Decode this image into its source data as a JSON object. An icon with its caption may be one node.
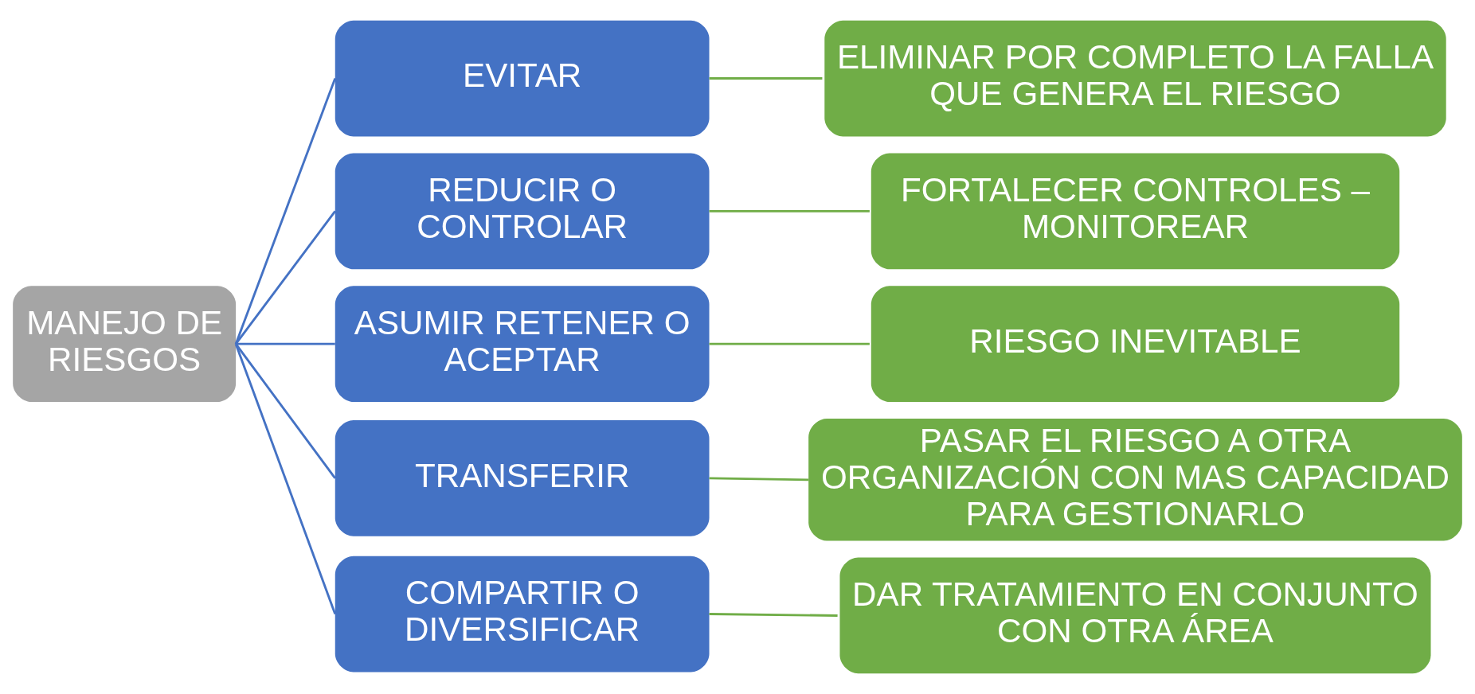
{
  "diagram": {
    "nodes": [
      {
        "text": [
          "MANEJO DE RIESGOS"
        ]
      },
      {
        "text": [
          "EVITAR"
        ]
      },
      {
        "text": [
          "REDUCIR O CONTROLAR"
        ]
      },
      {
        "text": [
          "ASUMIR RETENER O ACEPTAR"
        ]
      },
      {
        "text": [
          "TRANSFERIR"
        ]
      },
      {
        "text": [
          "COMPARTIR O DIVERSIFICAR"
        ]
      },
      {
        "text": [
          "ELIMINAR POR COMPLETO LA FALLA QUE GENERA EL RIESGO"
        ]
      },
      {
        "text": [
          "FORTALECER CONTROLES – MONITOREAR"
        ]
      },
      {
        "text": [
          "RIESGO INEVITABLE"
        ]
      },
      {
        "text": [
          "PASAR EL RIESGO A OTRA ORGANIZACIÓN CON MAS CAPACIDAD PARA GESTIONARLO"
        ]
      },
      {
        "text": [
          "DAR TRATAMIENTO EN CONJUNTO CON OTRA ÁREA"
        ]
      }
    ],
    "edges": [
      {
        "from": 0,
        "to": 1,
        "arrow": "none",
        "color": "#4472c4"
      },
      {
        "from": 0,
        "to": 2,
        "arrow": "none",
        "color": "#4472c4"
      },
      {
        "from": 0,
        "to": 3,
        "arrow": "none",
        "color": "#4472c4"
      },
      {
        "from": 0,
        "to": 4,
        "arrow": "none",
        "color": "#4472c4"
      },
      {
        "from": 0,
        "to": 5,
        "arrow": "none",
        "color": "#4472c4"
      },
      {
        "from": 1,
        "to": 6,
        "arrow": "none",
        "color": "#70ad47"
      },
      {
        "from": 2,
        "to": 7,
        "arrow": "none",
        "color": "#70ad47"
      },
      {
        "from": 3,
        "to": 8,
        "arrow": "none",
        "color": "#70ad47"
      },
      {
        "from": 4,
        "to": 9,
        "arrow": "none",
        "color": "#70ad47"
      },
      {
        "from": 5,
        "to": 10,
        "arrow": "none",
        "color": "#70ad47"
      }
    ]
  }
}
